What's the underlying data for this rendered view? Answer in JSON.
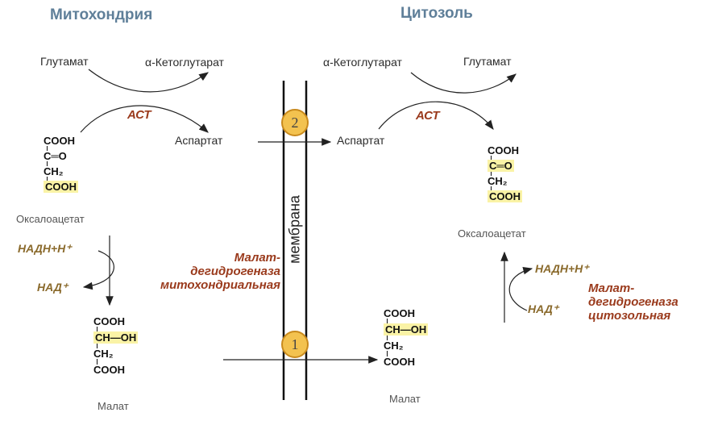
{
  "headers": {
    "mito": "Митохондрия",
    "cyto": "Цитозоль"
  },
  "membrane_label": "мембрана",
  "transporters": {
    "t2": "2",
    "t1": "1"
  },
  "left": {
    "glutamate": "Глутамат",
    "akg": "α-Кетоглутарат",
    "ast": "АСТ",
    "aspartate": "Аспартат",
    "oaa_struct": [
      "COOH",
      "C═O",
      "CH₂",
      "COOH"
    ],
    "oaa_name": "Оксалоацетат",
    "nadh": "НАДН+Н⁺",
    "nad": "НАД⁺",
    "enzyme": [
      "Малат-",
      "дегидрогеназа",
      "митохондриальная"
    ],
    "malate_struct": [
      "COOH",
      "CH—OH",
      "CH₂",
      "COOH"
    ],
    "malate_name": "Малат"
  },
  "right": {
    "akg": "α-Кетоглутарат",
    "glutamate": "Глутамат",
    "ast": "АСТ",
    "aspartate": "Аспартат",
    "oaa_struct": [
      "COOH",
      "C═O",
      "CH₂",
      "COOH"
    ],
    "oaa_name": "Оксалоацетат",
    "nadh": "НАДН+Н⁺",
    "nad": "НАД⁺",
    "enzyme": [
      "Малат-",
      "дегидрогеназа",
      "цитозольная"
    ],
    "malate_struct": [
      "COOH",
      "CH—OH",
      "CH₂",
      "COOH"
    ],
    "malate_name": "Малат"
  },
  "colors": {
    "header": "#5f7f99",
    "enzyme": "#9a3a1c",
    "cofactor": "#8a6a2c",
    "highlight": "#faf3a6",
    "circle": "#f3c24f"
  }
}
